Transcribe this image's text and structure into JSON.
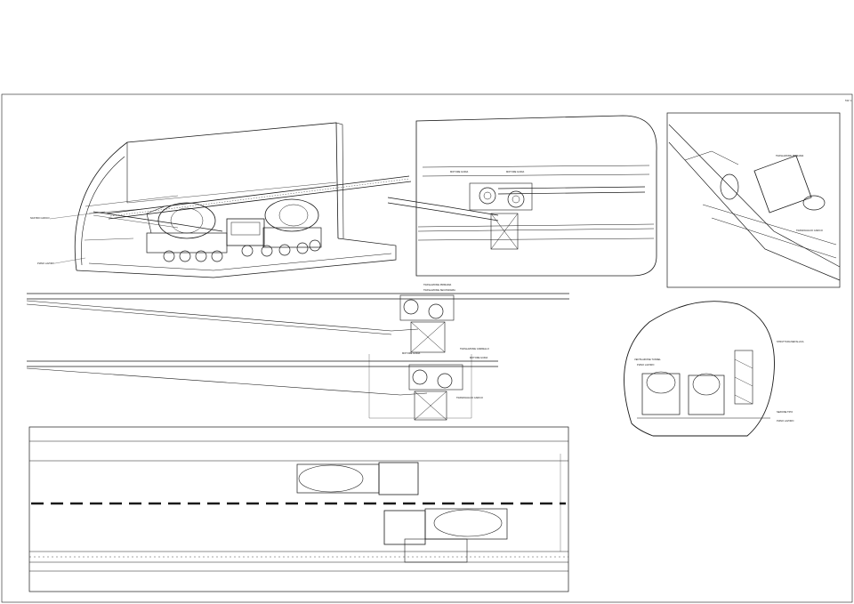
{
  "sheet": {
    "code": "TAV. 1"
  },
  "labels": {
    "motore_guida_1": "MOTORE GUIDA",
    "motore_guida_2": "MOTORE GUIDA",
    "nastro_carico": "NASTRO CARICO",
    "piano_lavoro": "PIANO LAVORO",
    "traslazione_primaria": "TRASLAZIONE PRIMARIA",
    "traslazione_secondaria": "TRASLAZIONE SECONDARIA",
    "motore_guida_3": "MOTORE GUIDA",
    "traslazione_carrello": "TRASLAZIONE CARRELLO",
    "motore_guida_4": "MOTORE GUIDA",
    "tramoggia_carico": "TRAMOGGIA DI CARICO",
    "detail_traslazione": "TRASLAZIONE PRIMARIA",
    "detail_tramoggia": "TRAMOGGIA DI CARICO",
    "section_ventilazione": "VENTILAZIONE TUNNEL",
    "section_piano": "PIANO LAVORO",
    "section_struttura": "STRUTTURA METALLICA",
    "section_note": "SEZIONE TIPO",
    "section_piano2": "PIANO LAVORO"
  }
}
